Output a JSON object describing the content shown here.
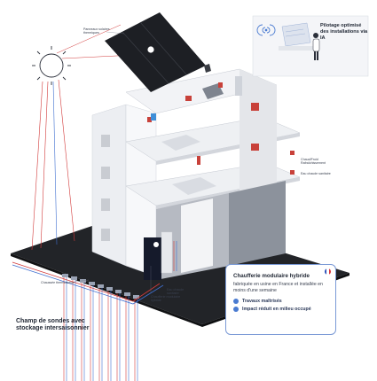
{
  "labels": {
    "ia_title": "Pilotage optimisé des installations via IA",
    "solar_panels": "Panneaux solaires thermiques",
    "chaud_froid": "Chaud/Froid Rafraîchissement",
    "eau_chaude": "Eau chaude sanitaire",
    "eau_sanitaire": "Eau chaude sanitaire",
    "chaufferie_module": "Chaufferie modulaire hybride",
    "chaussee": "Chaussée thermoactive",
    "field_title": "Champ de sondes avec stockage intersaisonnier"
  },
  "card": {
    "title": "Chaufferie modulaire hybride",
    "description": "fabriquée en usine en France et installée en moins d'une semaine",
    "points": [
      "Travaux maîtrisés",
      "Impact réduit en milieu occupé"
    ]
  },
  "colors": {
    "accent": "#4a7bd1",
    "red_pipe": "#d23a3a",
    "blue_pipe": "#3f6fd0",
    "ground": "#222428",
    "unit_red": "#c8413a",
    "wall": "#f5f6f8",
    "flag": [
      "#2a4fb8",
      "#ffffff",
      "#d8323a"
    ]
  },
  "icons": [
    "sun-icon",
    "wifi-icon",
    "engineer-icon",
    "flag-france-icon"
  ]
}
